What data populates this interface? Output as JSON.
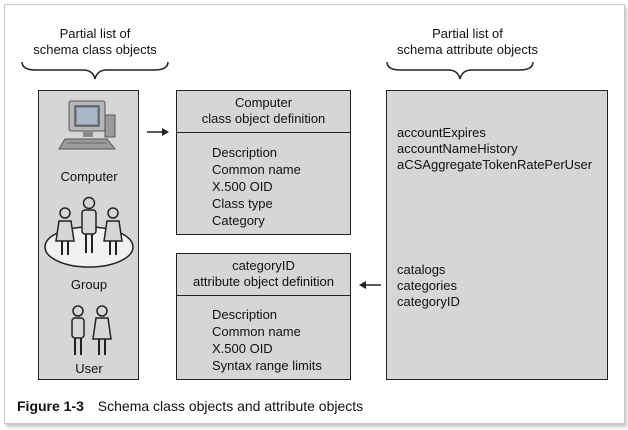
{
  "headings": {
    "left": [
      "Partial list of",
      "schema class objects"
    ],
    "right": [
      "Partial list of",
      "schema attribute objects"
    ]
  },
  "left_panel": {
    "icons": [
      {
        "label": "Computer",
        "icon": "computer-icon"
      },
      {
        "label": "Group",
        "icon": "group-icon"
      },
      {
        "label": "User",
        "icon": "user-icon"
      }
    ]
  },
  "class_box": {
    "title": [
      "Computer",
      "class object definition"
    ],
    "items": [
      "Description",
      "Common name",
      "X.500 OID",
      "Class type",
      "Category"
    ]
  },
  "attribute_box": {
    "title": [
      "categoryID",
      "attribute object definition"
    ],
    "items": [
      "Description",
      "Common name",
      "X.500 OID",
      "Syntax range limits"
    ]
  },
  "right_panel": {
    "groups": [
      [
        "accountExpires",
        "accountNameHistory",
        "aCSAggregateTokenRatePerUser"
      ],
      [
        "catalogs",
        "categories",
        "categoryID"
      ]
    ]
  },
  "caption": {
    "number": "Figure 1-3",
    "text": "Schema class objects and attribute objects"
  },
  "colors": {
    "panel": "#d6d6d6",
    "border": "#222222",
    "text": "#111111"
  }
}
